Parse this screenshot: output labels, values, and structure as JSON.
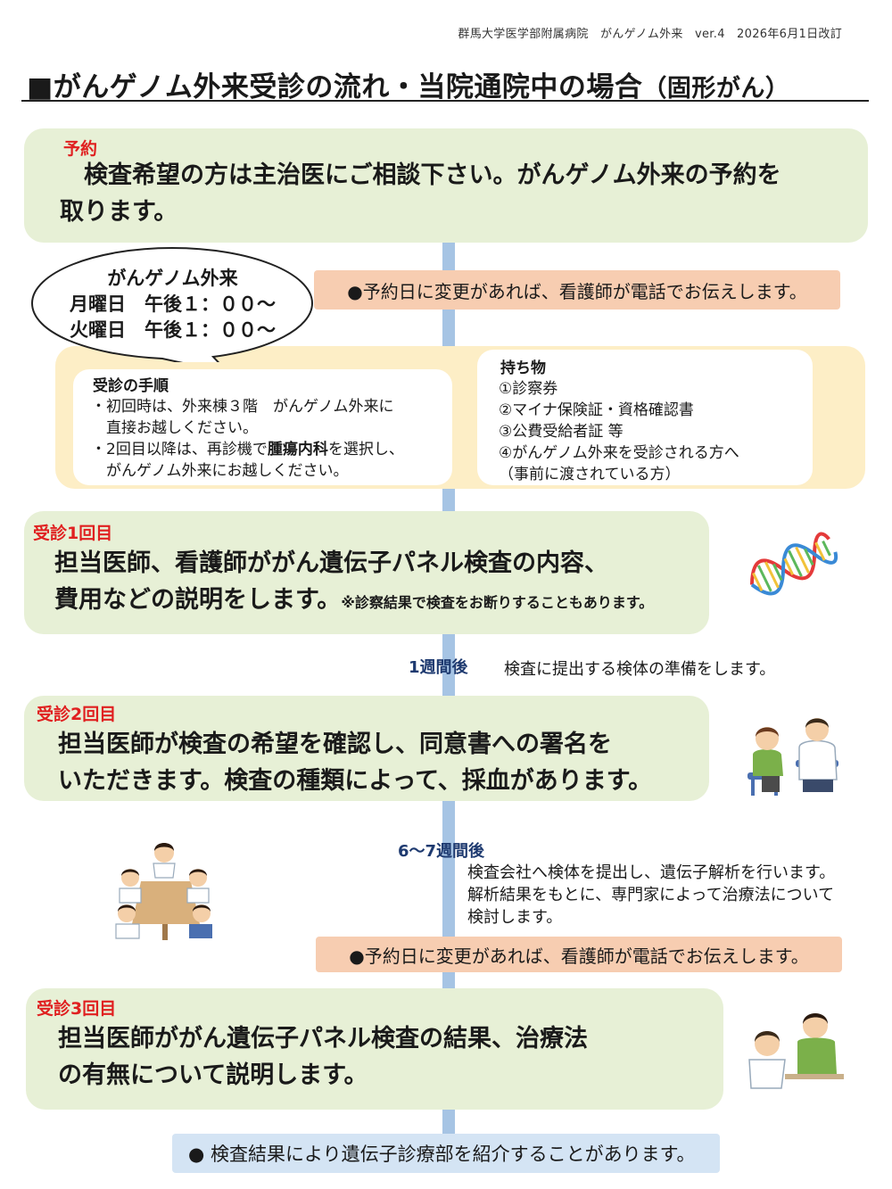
{
  "header": {
    "note": "群馬大学医学部附属病院　がんゲノム外来　ver.4　2026年6月1日改訂",
    "title_main": "■がんゲノム外来受診の流れ・当院通院中の場合",
    "title_sub": "（固形がん）"
  },
  "reservation": {
    "label": "予約",
    "line1": "　検査希望の方は主治医にご相談下さい。がんゲノム外来の予約を",
    "line2": "取ります。"
  },
  "bubble": {
    "line1": "がんゲノム外来",
    "line2": "月曜日　午後１：００～",
    "line3": "火曜日　午後１：００～"
  },
  "notice_top": "●予約日に変更があれば、看護師が電話でお伝えします。",
  "procedure": {
    "heading": "受診の手順",
    "line1": "・初回時は、外来棟３階　がんゲノム外来に",
    "line2": "　直接お越しください。",
    "line3_pre": "・2回目以降は、再診機で",
    "line3_bold": "腫瘍内科",
    "line3_post": "を選択し、",
    "line4": "　がんゲノム外来にお越しください。"
  },
  "belongings": {
    "heading": "持ち物",
    "items": [
      "①診察券",
      "②マイナ保険証・資格確認書",
      "③公費受給者証 等",
      "④がんゲノム外来を受診される方へ",
      "（事前に渡されている方）"
    ]
  },
  "visit1": {
    "label": "受診1回目",
    "line1": "担当医師、看護師ががん遺伝子パネル検査の内容、",
    "line2": "費用などの説明をします。",
    "note": "※診察結果で検査をお断りすることもあります。"
  },
  "interval1": {
    "label": "1週間後",
    "note": "検査に提出する検体の準備をします。"
  },
  "visit2": {
    "label": "受診2回目",
    "line1": "担当医師が検査の希望を確認し、同意書への署名を",
    "line2": "いただきます。検査の種類によって、採血があります。"
  },
  "interval2": {
    "label": "6～7週間後",
    "note1": "検査会社へ検体を提出し、遺伝子解析を行います。",
    "note2": "解析結果をもとに、専門家によって治療法について",
    "note3": "検討します。"
  },
  "notice_mid": "●予約日に変更があれば、看護師が電話でお伝えします。",
  "visit3": {
    "label": "受診3回目",
    "line1": "担当医師ががん遺伝子パネル検査の結果、治療法",
    "line2": "の有無について説明します。"
  },
  "footer_note": "●  検査結果により遺伝子診療部を紹介することがあります。",
  "colors": {
    "green_box": "#e7f0d6",
    "yellow_panel": "#fdeec6",
    "salmon_bar": "#f7cdb1",
    "blue_bar": "#d4e4f4",
    "spine": "#a6c4e4",
    "label_red": "#e02020",
    "interval_navy": "#1e3a70"
  },
  "icons": [
    "dna-icon",
    "doctor-consultation-icon",
    "team-meeting-icon",
    "doctor-explanation-icon"
  ]
}
